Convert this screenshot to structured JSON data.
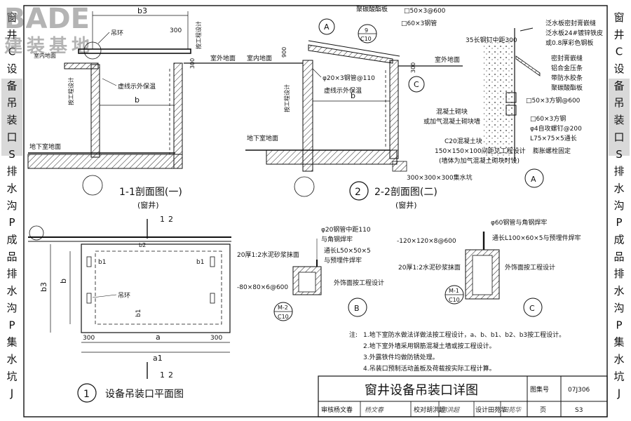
{
  "watermark": {
    "brand": "BADE",
    "subtitle": "建装基地"
  },
  "left_sidebar": {
    "chars": [
      "窗",
      "井",
      "C",
      "设",
      "备",
      "吊",
      "装",
      "口",
      "S",
      "排",
      "水",
      "沟",
      "P",
      "成",
      "品",
      "排",
      "水",
      "沟",
      "P",
      "集",
      "水",
      "坑",
      "J"
    ]
  },
  "right_sidebar": {
    "chars": [
      "窗",
      "井",
      "C",
      "设",
      "备",
      "吊",
      "装",
      "口",
      "S",
      "排",
      "水",
      "沟",
      "P",
      "成",
      "品",
      "排",
      "水",
      "沟",
      "P",
      "集",
      "水",
      "坑",
      "J"
    ]
  },
  "section1": {
    "labels": {
      "b3": "b3",
      "dim300a": "300",
      "hook": "吊环",
      "indoor": "室内地面",
      "follow": "按工程设计",
      "dim300b": "300",
      "outdoor": "室外地面",
      "virtual": "虚线示外保温",
      "b": "b",
      "follow2": "按工程设计",
      "basement": "地下室地面",
      "caption_line1": "1-1剖面图(一)",
      "caption_line2": "(窗井)"
    }
  },
  "section2": {
    "labels": {
      "circA": "A",
      "circA_sub": "9",
      "circA_sub2": "C10",
      "poly": "聚碳酸酯板",
      "steel50": "□50×3@600",
      "steel60": "□60×3钢管",
      "indoor": "室内地面",
      "dim900": "900",
      "outdoor": "室外地面",
      "follow": "按工程设计",
      "dim300": "300",
      "pipe20": "φ20×3钢管@110",
      "virtual": "虚线示外保温",
      "circC": "C",
      "b": "b",
      "basement": "地下室地面",
      "sump": "300×300×300集水坑",
      "num": "2",
      "caption_line1": "2-2剖面图(二)",
      "caption_line2": "(窗井)"
    }
  },
  "detailA": {
    "labels": {
      "nail": "35长钢钉中距300",
      "seal": "泛水板密封膏嵌缝",
      "flash1": "泛水板24#镀锌铁皮",
      "flash2": "或0.8厚彩色钢板",
      "seal2": "密封膏嵌缝",
      "tape1": "铝合金压条",
      "tape2": "带防水胶条",
      "poly": "聚碳酸酯板",
      "steel50": "□50×3方钢@600",
      "steel60": "□60×3方钢",
      "concrete1": "混凝土砌块",
      "concrete2": "或加气混凝土砌块墙",
      "screw": "φ4自攻螺钉@200",
      "angle": "L75×75×5通长",
      "c20": "C20混凝土块",
      "block1": "150×150×100间距见工程设计",
      "block2": "(墙体为加气混凝土砌块时设)",
      "anchor": "膨胀螺栓固定",
      "circ": "A"
    }
  },
  "plan": {
    "labels": {
      "dim12top": "1",
      "dim12top_r": "2",
      "b2": "b2",
      "b1l": "b1",
      "b1r": "b1",
      "b3": "b3",
      "b": "b",
      "hook": "吊环",
      "b1bottom": "b1",
      "dim300l": "300",
      "a": "a",
      "dim300r": "300",
      "a1": "a1",
      "dim12bot": "1",
      "dim12bot_r": "2",
      "num": "1",
      "caption": "设备吊装口平面图"
    }
  },
  "detailB": {
    "labels": {
      "pipe": "φ20钢管中距110",
      "weld": "与角钢焊牢",
      "mortar": "20厚1:2水泥砂浆抹面",
      "angle": "通长L50×50×5",
      "weld2": "与预埋件焊牢",
      "plate": "-80×80×6@600",
      "finish": "外饰面按工程设计",
      "circ": "B",
      "ref_top": "M-2",
      "ref_bot": "C10"
    }
  },
  "detailC": {
    "labels": {
      "pipe": "φ60钢管与角钢焊牢",
      "plate": "-120×120×8@600",
      "angle": "通长L100×60×5与预埋件焊牢",
      "mortar": "20厚1:2水泥砂浆抹面",
      "finish": "外饰面按工程设计",
      "circ": "C",
      "ref_top": "M-1",
      "ref_bot": "C10"
    }
  },
  "notes": {
    "title": "注:",
    "items": [
      "1.地下室防水做法详做法按工程设计，a、b、b1、b2、b3按工程设计。",
      "2.地下室外墙采用钢筋混凝土墙或按工程设计。",
      "3.外露铁件均做防锈处理。",
      "4.吊装口预制活动盖板及荷载按实际工程计算。"
    ]
  },
  "titleblock": {
    "title": "窗井设备吊装口详图",
    "atlas_label": "图集号",
    "atlas_value": "07J306",
    "review": "审核杨文春",
    "review_sig": "杨文春",
    "check": "校对胡洪超",
    "check_sig": "胡洪超",
    "design": "设计田苑华",
    "design_sig": "田苑华",
    "page_label": "页",
    "page_value": "S3"
  },
  "colors": {
    "line": "#111111",
    "hatch": "#222222",
    "watermark": "#777777",
    "sidebar_band": "#d9d9d9"
  }
}
